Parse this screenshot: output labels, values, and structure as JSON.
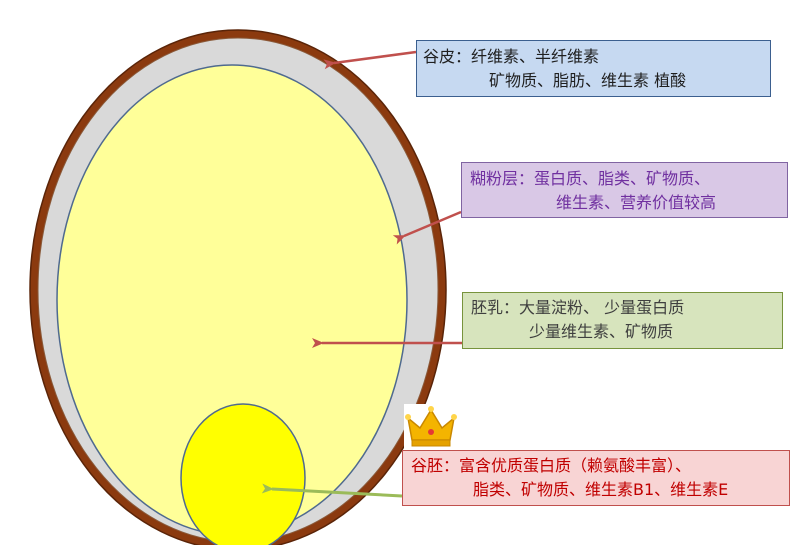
{
  "labels": {
    "husk": {
      "line1": "谷皮：纤维素、半纤维素",
      "line2": "矿物质、脂肪、维生素    植酸"
    },
    "aleurone": {
      "line1": "糊粉层：蛋白质、脂类、矿物质、",
      "line2": "维生素、营养价值较高"
    },
    "endosperm": {
      "line1": "胚乳：大量淀粉、  少量蛋白质",
      "line2": "少量维生素、矿物质"
    },
    "germ": {
      "line1": "谷胚：富含优质蛋白质（赖氨酸丰富）、",
      "line2": "脂类、矿物质、维生素B1、维生素E"
    }
  },
  "icons": {
    "crown": "crown-icon"
  },
  "colors": {
    "husk_layer": "#8b3a0f",
    "inner_husk": "#d9d9d9",
    "endosperm": "#ffff99",
    "germ": "#ffff00",
    "arrow_husk": "#c0504d",
    "arrow_aleurone": "#c0504d",
    "arrow_endosperm": "#c0504d",
    "arrow_germ": "#9bbb59"
  }
}
